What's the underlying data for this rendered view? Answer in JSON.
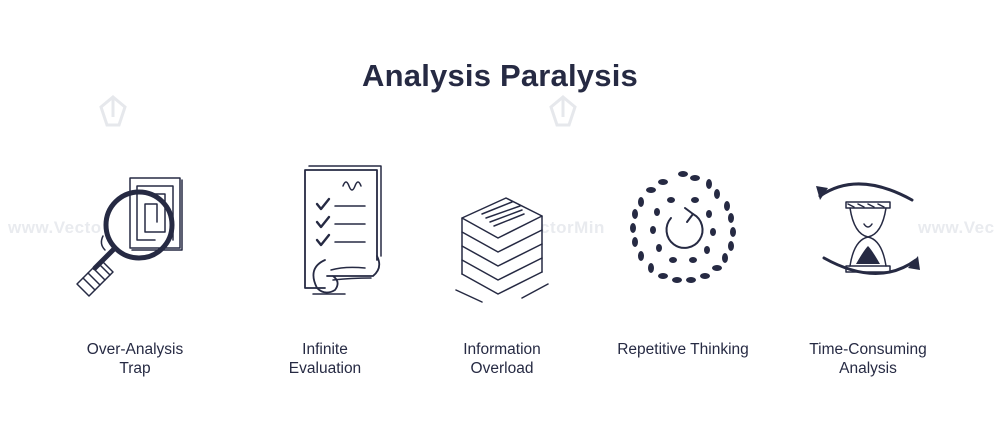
{
  "title": "Analysis Paralysis",
  "items": [
    {
      "line1": "Over-Analysis",
      "line2": "Trap",
      "icon": "magnifier-maze-icon"
    },
    {
      "line1": "Infinite",
      "line2": "Evaluation",
      "icon": "checklist-scroll-icon"
    },
    {
      "line1": "Information",
      "line2": "Overload",
      "icon": "paper-stack-icon"
    },
    {
      "line1": "Repetitive Thinking",
      "line2": "",
      "icon": "footprints-circle-icon"
    },
    {
      "line1": "Time-Consuming",
      "line2": "Analysis",
      "icon": "hourglass-cycle-icon"
    }
  ],
  "watermark": {
    "left": "www.Vecto",
    "mid": "ctorMin",
    "right": "www.Vec"
  },
  "colors": {
    "ink": "#262a43",
    "watermark": "#e9ebef",
    "background": "#ffffff"
  }
}
